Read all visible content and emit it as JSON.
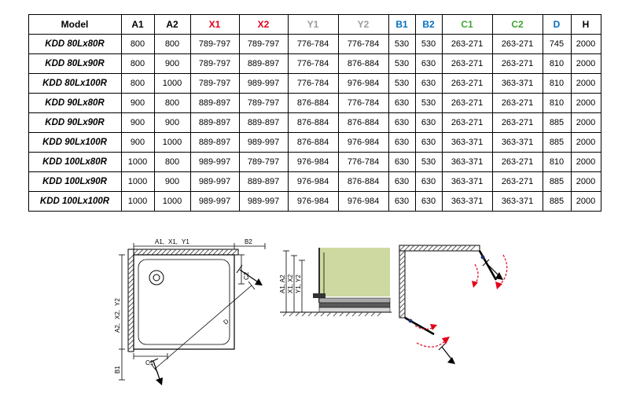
{
  "table": {
    "headers": [
      {
        "label": "Model",
        "color": "#000000"
      },
      {
        "label": "A1",
        "color": "#000000"
      },
      {
        "label": "A2",
        "color": "#000000"
      },
      {
        "label": "X1",
        "color": "#e2001a"
      },
      {
        "label": "X2",
        "color": "#e2001a"
      },
      {
        "label": "Y1",
        "color": "#9b9b9b"
      },
      {
        "label": "Y2",
        "color": "#9b9b9b"
      },
      {
        "label": "B1",
        "color": "#0070c0"
      },
      {
        "label": "B2",
        "color": "#0070c0"
      },
      {
        "label": "C1",
        "color": "#3fa535"
      },
      {
        "label": "C2",
        "color": "#3fa535"
      },
      {
        "label": "D",
        "color": "#0070c0"
      },
      {
        "label": "H",
        "color": "#000000"
      }
    ],
    "rows": [
      {
        "model": "KDD 80Lx80R",
        "values": [
          "800",
          "800",
          "789-797",
          "789-797",
          "776-784",
          "776-784",
          "530",
          "530",
          "263-271",
          "263-271",
          "745",
          "2000"
        ]
      },
      {
        "model": "KDD 80Lx90R",
        "values": [
          "800",
          "900",
          "789-797",
          "889-897",
          "776-784",
          "876-884",
          "530",
          "630",
          "263-271",
          "263-271",
          "810",
          "2000"
        ]
      },
      {
        "model": "KDD 80Lx100R",
        "values": [
          "800",
          "1000",
          "789-797",
          "989-997",
          "776-784",
          "976-984",
          "530",
          "630",
          "263-271",
          "363-371",
          "810",
          "2000"
        ]
      },
      {
        "model": "KDD 90Lx80R",
        "values": [
          "900",
          "800",
          "889-897",
          "789-797",
          "876-884",
          "776-784",
          "630",
          "530",
          "263-271",
          "263-271",
          "810",
          "2000"
        ]
      },
      {
        "model": "KDD 90Lx90R",
        "values": [
          "900",
          "900",
          "889-897",
          "889-897",
          "876-884",
          "876-884",
          "630",
          "630",
          "263-271",
          "263-271",
          "885",
          "2000"
        ]
      },
      {
        "model": "KDD 90Lx100R",
        "values": [
          "900",
          "1000",
          "889-897",
          "989-997",
          "876-884",
          "976-984",
          "630",
          "630",
          "363-371",
          "363-371",
          "885",
          "2000"
        ]
      },
      {
        "model": "KDD 100Lx80R",
        "values": [
          "1000",
          "800",
          "989-997",
          "789-797",
          "976-984",
          "776-784",
          "630",
          "530",
          "363-371",
          "263-271",
          "810",
          "2000"
        ]
      },
      {
        "model": "KDD 100Lx90R",
        "values": [
          "1000",
          "900",
          "989-997",
          "889-897",
          "976-984",
          "876-884",
          "630",
          "630",
          "363-371",
          "263-271",
          "885",
          "2000"
        ]
      },
      {
        "model": "KDD 100Lx100R",
        "values": [
          "1000",
          "1000",
          "989-997",
          "989-997",
          "976-984",
          "976-984",
          "630",
          "630",
          "363-371",
          "363-371",
          "885",
          "2000"
        ]
      }
    ]
  },
  "diagram_top_view": {
    "a1": "A1,",
    "x1": "X1,",
    "y1": "Y1",
    "b2": "B2",
    "a2": "A2,",
    "x2": "X2,",
    "y2": "Y2",
    "b1": "B1",
    "c1": "C1",
    "c2": "C2",
    "d": "D"
  },
  "diagram_section": {
    "a": "A1, A2",
    "x": "X1, X2",
    "y": "Y1, Y2"
  },
  "colors": {
    "red": "#e2001a",
    "blue": "#0070c0",
    "green": "#3fa535",
    "gray": "#9b9b9b",
    "wall_green": "#cdd9a1"
  }
}
